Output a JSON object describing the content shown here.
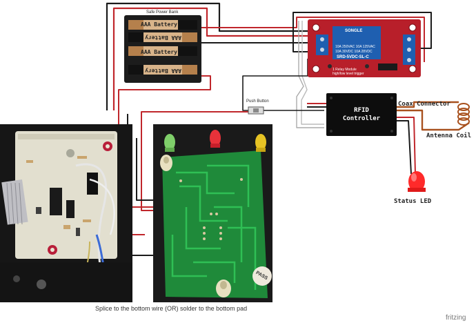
{
  "labels": {
    "power_bank": "Safe Power Bank",
    "battery_1": "AAA Battery",
    "battery_2": "AAA Battery",
    "battery_3": "AAA Battery",
    "battery_4": "AAA Battery",
    "push_button": "Push Button",
    "relay_model": "SRD-5VDC-SL-C",
    "relay_brand": "SONGLE",
    "relay_line1": "10A 250VAC   10A 125VAC",
    "relay_line2": "10A 30VDC    10A 28VDC",
    "relay_module_1": "1 Relay  Module",
    "relay_module_2": "high/low level trigger",
    "rfid_line1": "RFID",
    "rfid_line2": "Controller",
    "coax_connector": "Coax Connector",
    "antenna_coil": "Antenna Coil",
    "status_led": "Status LED",
    "pcb_pass": "PASS",
    "splice_note": "Splice to the bottom wire (OR) solder to the bottom pad",
    "watermark": "fritzing"
  },
  "colors": {
    "wire_red": "#c0262b",
    "wire_black": "#1a1a1a",
    "wire_gray": "#aaaaaa",
    "relay_board": "#b81f2a",
    "relay_blue": "#1f5fb0",
    "pcb_green": "#1f8a3a",
    "led_red": "#ff2a2a",
    "coil_brown": "#a8511e"
  }
}
